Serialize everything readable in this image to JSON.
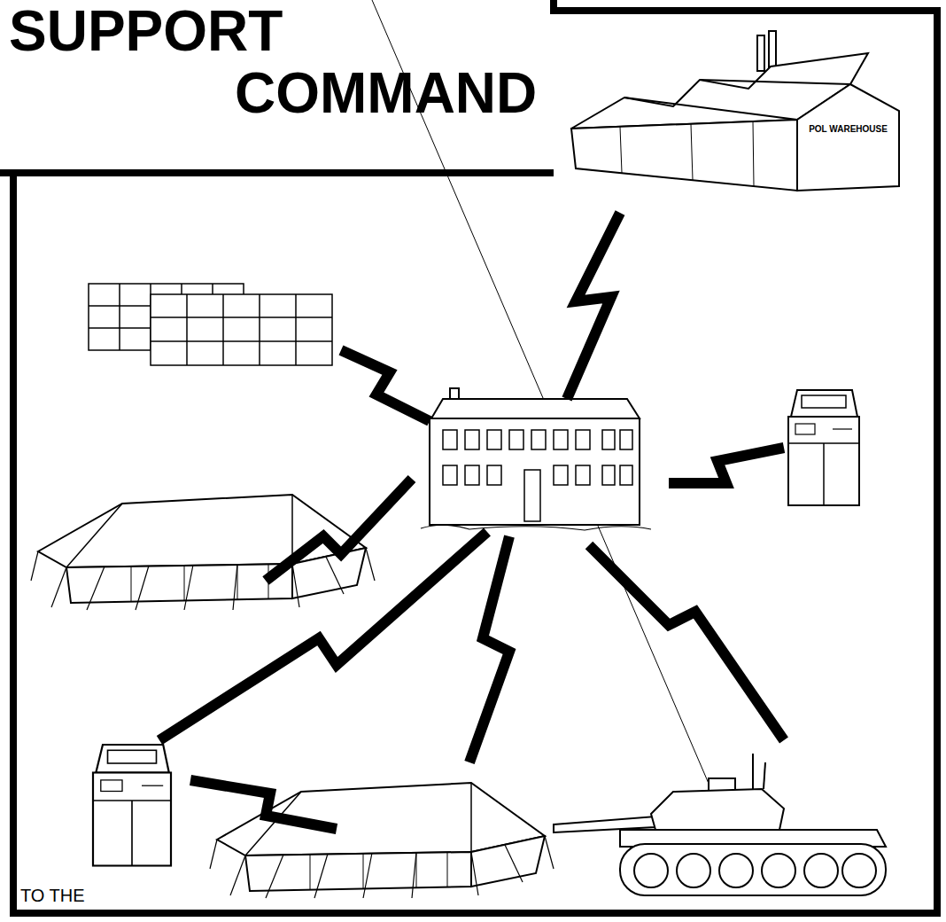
{
  "diagram": {
    "title": "SUPPORT COMMAND",
    "labels": [
      "POL WAREHOUSE",
      "TO THE"
    ]
  }
}
